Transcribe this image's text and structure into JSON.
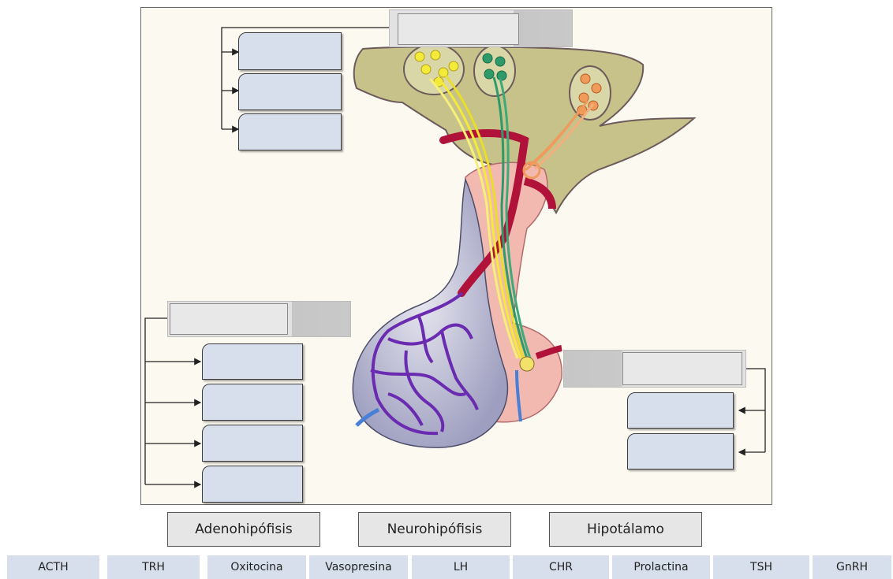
{
  "region_labels": {
    "adenohipofisis": "Adenohipófisis",
    "neurohipofisis": "Neurohipófisis",
    "hipotalamo": "Hipotálamo"
  },
  "hormone_chips": [
    "ACTH",
    "TRH",
    "Oxitocina",
    "Vasopresina",
    "LH",
    "CHR",
    "Prolactina",
    "TSH",
    "GnRH"
  ],
  "colors": {
    "drop_fill": "#d6dfeb",
    "chip_fill": "#d6dfeb",
    "hypothalamus": "#c7c28a",
    "anterior_lobe": "#c4c4d8",
    "posterior_lobe": "#f2b9b0",
    "artery": "#b0123a",
    "portal_veins": "#6a2bb0",
    "neuron_yellow": "#f3ea3a",
    "neuron_green": "#2e9a6a",
    "neuron_orange": "#f09a5c"
  }
}
